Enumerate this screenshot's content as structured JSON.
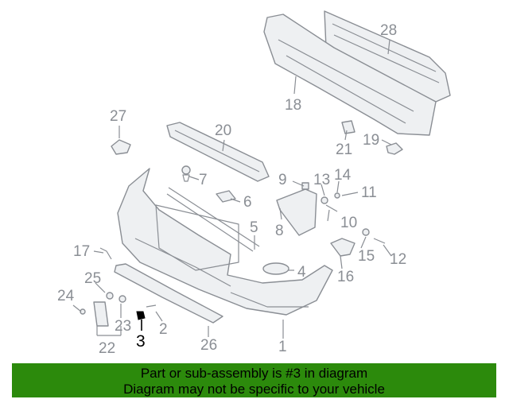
{
  "diagram": {
    "labels": {
      "l1": "1",
      "l2": "2",
      "l3": "3",
      "l4": "4",
      "l5": "5",
      "l6": "6",
      "l7": "7",
      "l8": "8",
      "l9": "9",
      "l10": "10",
      "l11": "11",
      "l12": "12",
      "l13": "13",
      "l14": "14",
      "l15": "15",
      "l16": "16",
      "l17": "17",
      "l18": "18",
      "l19": "19",
      "l20": "20",
      "l21": "21",
      "l22": "22",
      "l23": "23",
      "l24": "24",
      "l25": "25",
      "l26": "26",
      "l27": "27",
      "l28": "28"
    },
    "highlighted_part": "3"
  },
  "banner": {
    "line1": "Part or sub-assembly is #3 in diagram",
    "line2": "Diagram may not be specific to your vehicle",
    "color": "#2c8a0c"
  }
}
